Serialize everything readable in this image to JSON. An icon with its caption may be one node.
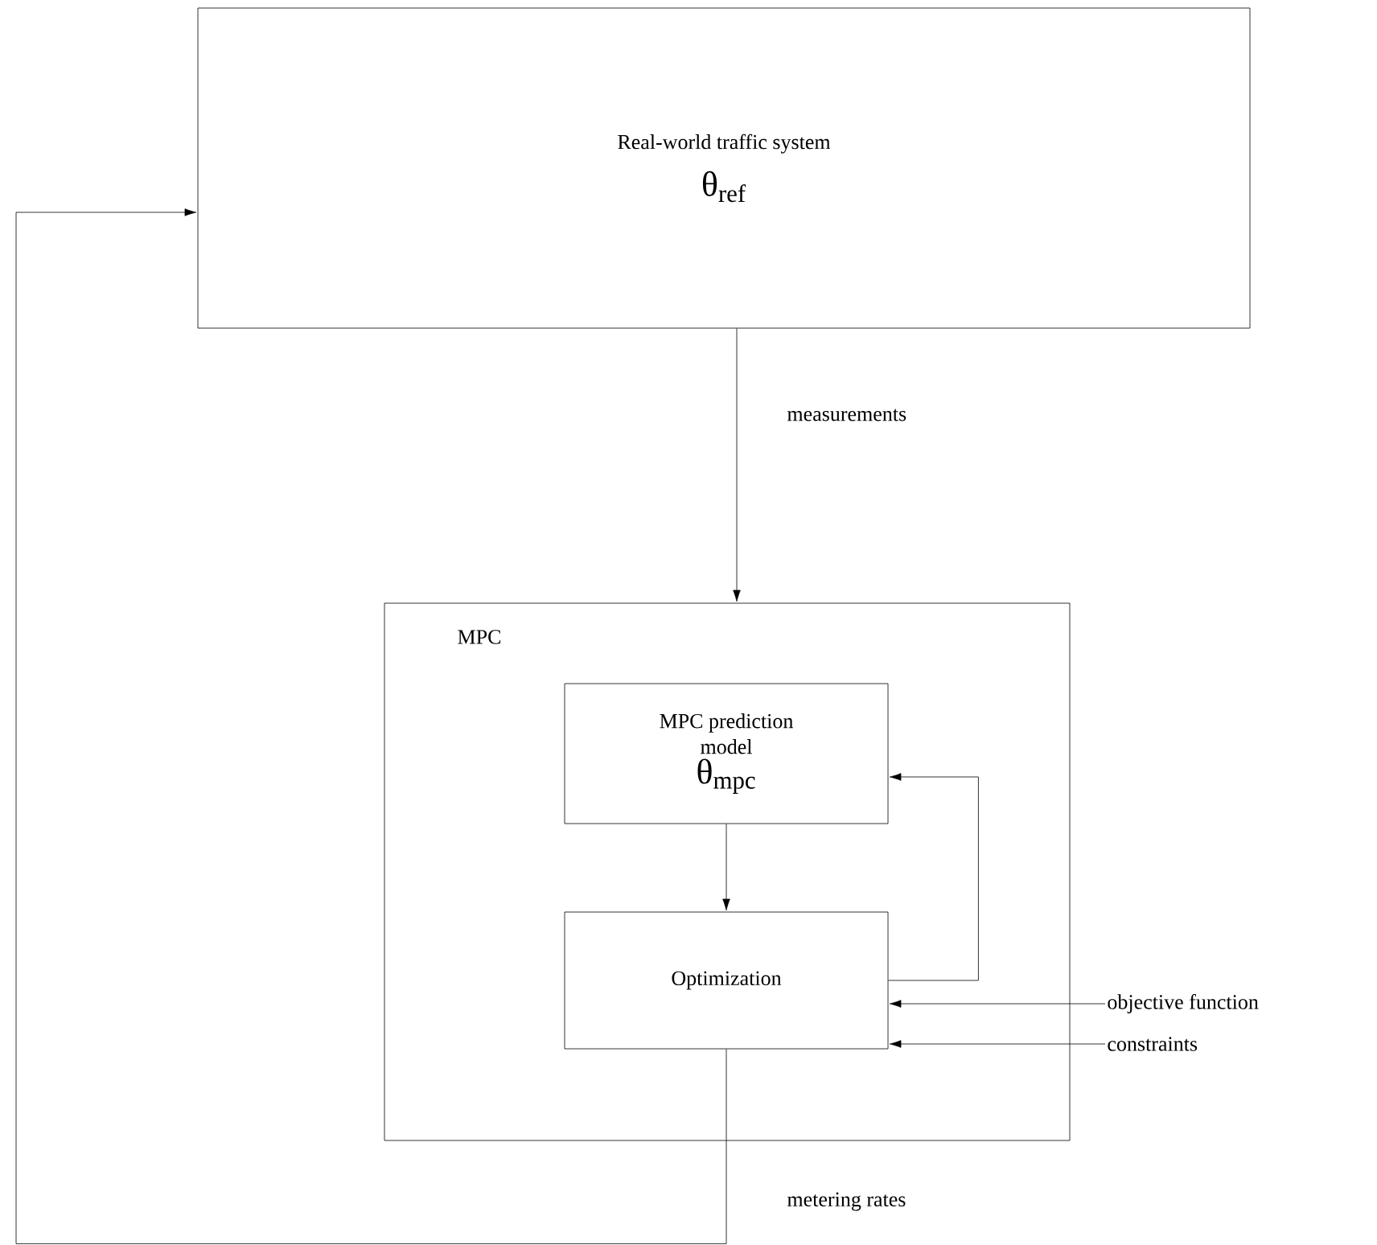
{
  "diagram": {
    "nodes": [
      {
        "text": [
          "Real-world traffic system",
          "θ$_{ref}$"
        ]
      },
      {
        "text": [
          "MPC"
        ]
      },
      {
        "text": [
          "MPC prediction model",
          "θ$_{mpc}$"
        ],
        "in": 1
      },
      {
        "text": [
          "Optimization"
        ],
        "in": 1
      },
      {
        "text": [
          "objective function"
        ]
      },
      {
        "text": [
          "constraints"
        ]
      }
    ],
    "edges": [
      {
        "from": 0,
        "to": 1,
        "arrow": "to",
        "label": "measurements"
      },
      {
        "from": 2,
        "to": 3,
        "arrow": "to"
      },
      {
        "from": 3,
        "to": 2,
        "arrow": "to"
      },
      {
        "from": 4,
        "to": 3,
        "arrow": "to"
      },
      {
        "from": 5,
        "to": 3,
        "arrow": "to"
      },
      {
        "from": 3,
        "to": 0,
        "arrow": "to",
        "label": "metering rates"
      }
    ]
  }
}
